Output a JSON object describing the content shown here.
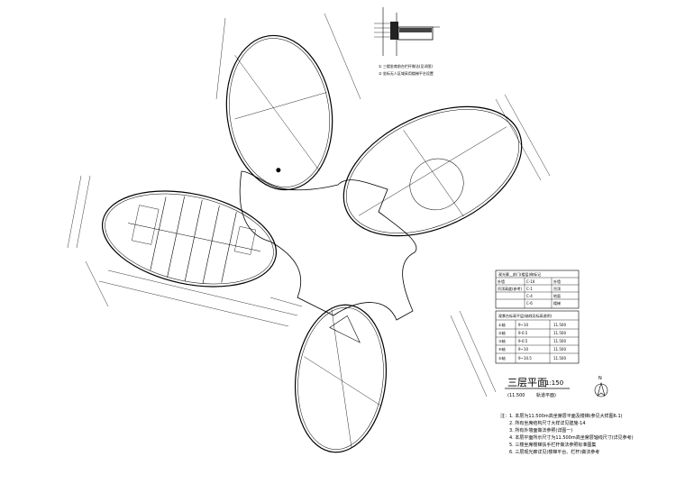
{
  "drawing": {
    "title": "三层平面",
    "scale": "1:150",
    "elevation": "(11.500",
    "elevation_note": "轨道平面)",
    "north": "N",
    "detail_note_1": "① 三楼坐席前台栏杆做法(见详图)",
    "detail_note_2": "② 坐标无人区域采用楼梯平台设置",
    "legend_title_1": "观光廊__前门(楼层)做标记",
    "legend_title_2": "观景台标高平层(轴线及标高说明)",
    "legend_rows_1": [
      [
        "外墙",
        "C-10",
        "外墙"
      ],
      [
        "吊顶高度(参考)",
        "C-1",
        "吊顶"
      ],
      [
        "",
        "C-4",
        "地面"
      ],
      [
        "",
        "C-6",
        "楼梯"
      ]
    ],
    "legend_rows_2": [
      [
        "①轴",
        "9~10",
        "11.500"
      ],
      [
        "②轴",
        "9-0.5",
        "11.500"
      ],
      [
        "③轴",
        "9-0.5",
        "11.500"
      ],
      [
        "④轴",
        "9~10",
        "11.500"
      ],
      [
        "⑤轴",
        "9~10.5",
        "11.500"
      ]
    ],
    "notes": [
      "注：1. 本层为11.500m高坐席层平面及楼梯(参见大样图6.1)",
      "2. 所有坐席结构尺寸大样详见建施-14",
      "3. 所有外墙面做法参照(详图一)",
      "4. 本层平面所示尺寸为11.500m高坐席层轴线尺寸(详见参考)",
      "5. 三楼坐席楼梯扶手栏杆做法参照标准图集",
      "6. 三层观光廊详见(楼梯平台、栏杆)做法参考"
    ]
  }
}
